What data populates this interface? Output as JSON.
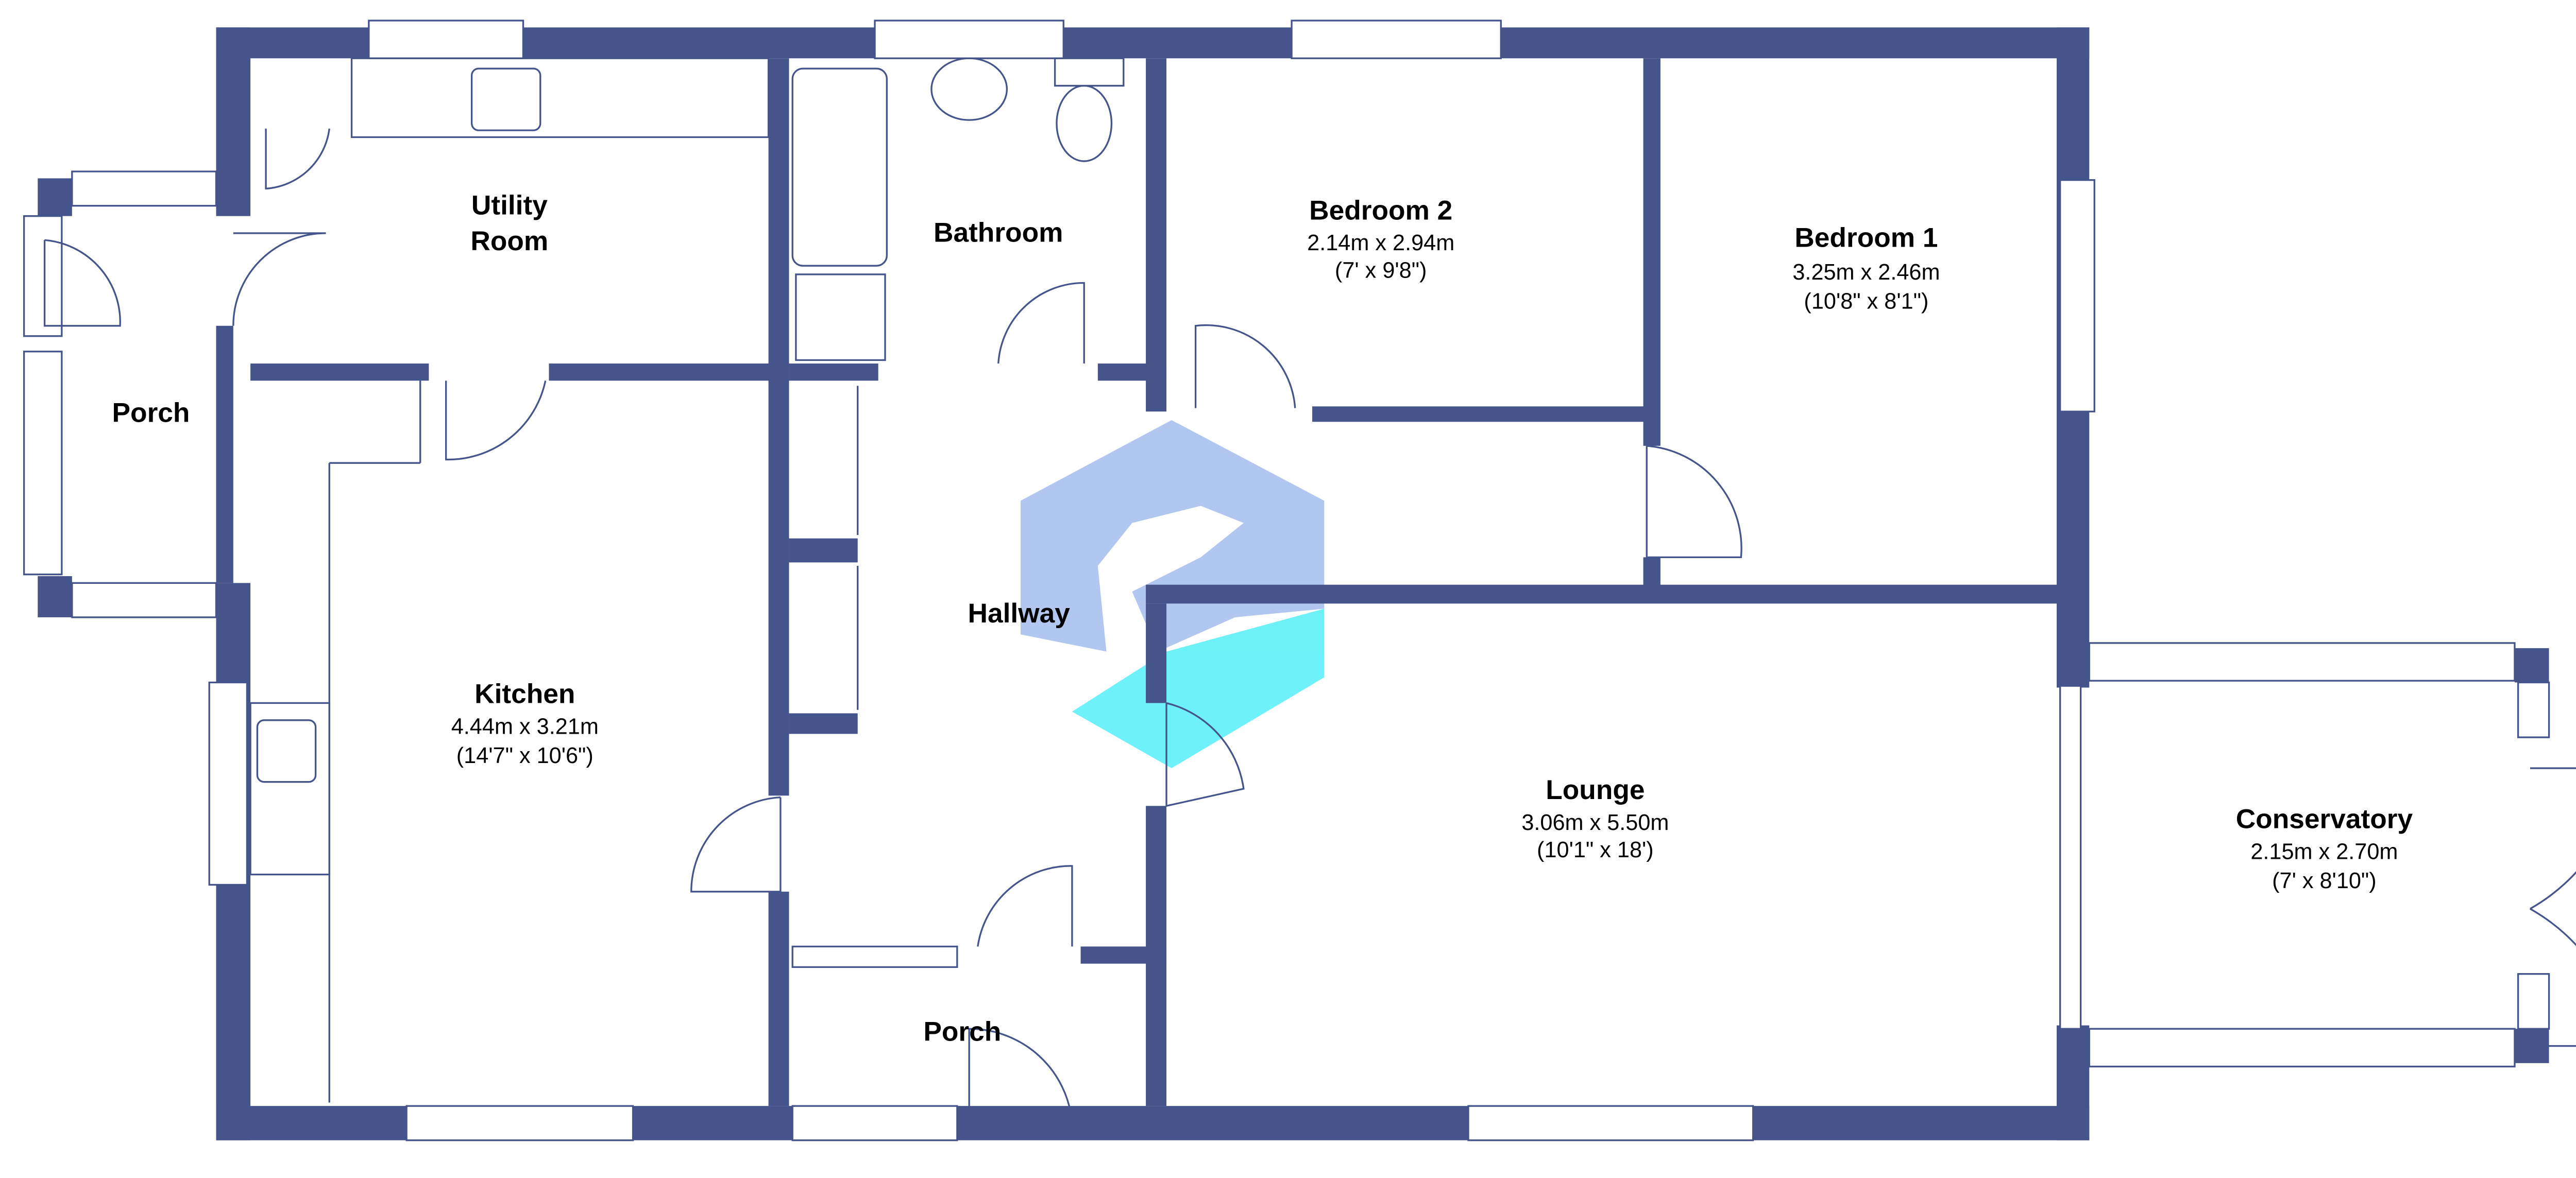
{
  "colors": {
    "wall": "#45548b",
    "logo_blue": "#a9c1ee",
    "logo_cyan": "#5ef0f7"
  },
  "rooms": {
    "utility": {
      "name_line1": "Utility",
      "name_line2": "Room"
    },
    "bathroom": {
      "name": "Bathroom"
    },
    "bedroom2": {
      "name": "Bedroom 2",
      "metric": "2.14m x 2.94m",
      "imperial": "(7' x 9'8\")"
    },
    "bedroom1": {
      "name": "Bedroom 1",
      "metric": "3.25m x 2.46m",
      "imperial": "(10'8\" x 8'1\")"
    },
    "porch_side": {
      "name": "Porch"
    },
    "hallway": {
      "name": "Hallway"
    },
    "kitchen": {
      "name": "Kitchen",
      "metric": "4.44m x 3.21m",
      "imperial": "(14'7\" x 10'6\")"
    },
    "lounge": {
      "name": "Lounge",
      "metric": "3.06m x 5.50m",
      "imperial": "(10'1\" x 18')"
    },
    "conservatory": {
      "name": "Conservatory",
      "metric": "2.15m x 2.70m",
      "imperial": "(7' x 8'10\")"
    },
    "porch_front": {
      "name": "Porch"
    }
  }
}
